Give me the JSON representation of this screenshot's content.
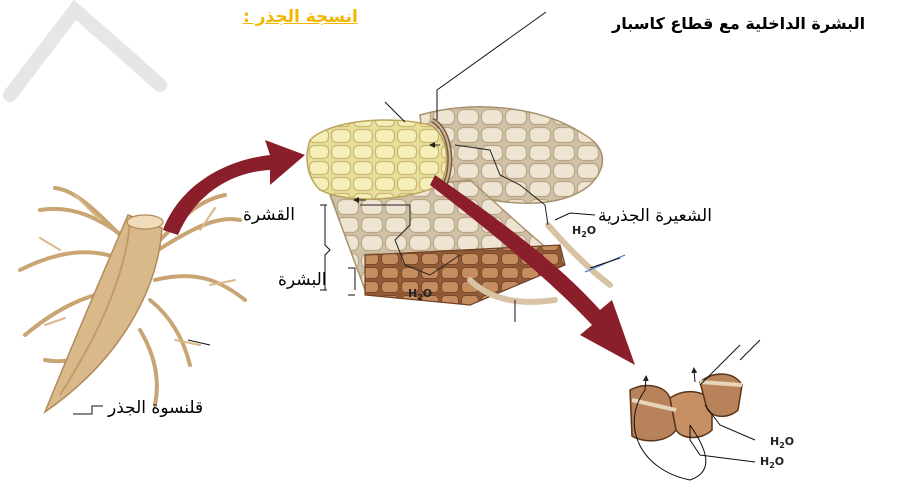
{
  "title": "انسجة الجذر :",
  "labels": {
    "endodermis": "البشرة الداخلية مع قطاع كاسبار",
    "root_hair": "الشعيرة الجذرية",
    "cortex": "القشرة",
    "epidermis": "البشرة",
    "root_cap": "قلنسوة الجذر"
  },
  "water_label": {
    "main": "H",
    "sub": "2",
    "tail": "O"
  },
  "colors": {
    "title": "#f2b600",
    "arrow": "#8b1e2b",
    "root": "#d9b98a",
    "cell_yellow": "#e9df9c",
    "cell_tan": "#e7d9c2",
    "cell_brown": "#b8835a"
  }
}
